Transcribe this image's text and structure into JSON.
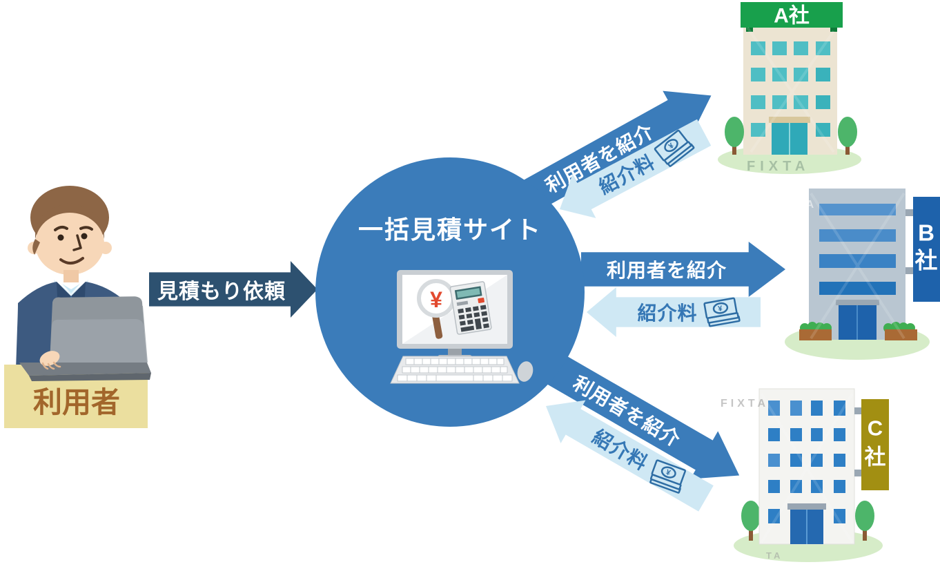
{
  "site": {
    "title": "一括見積サイト"
  },
  "user": {
    "label": "利用者"
  },
  "request_arrow": {
    "label": "見積もり依頼"
  },
  "flows": [
    {
      "company": "A社",
      "refer_label": "利用者を紹介",
      "fee_label": "紹介料"
    },
    {
      "company": "B社",
      "refer_label": "利用者を紹介",
      "fee_label": "紹介料"
    },
    {
      "company": "C社",
      "refer_label": "利用者を紹介",
      "fee_label": "紹介料"
    }
  ],
  "companies": [
    {
      "name": "A社",
      "sign_color": "#18a04c"
    },
    {
      "name": "B社",
      "line1": "B",
      "line2": "社",
      "sign_color": "#1e62ab"
    },
    {
      "name": "C社",
      "line1": "C",
      "line2": "社",
      "sign_color": "#a28f12"
    }
  ],
  "icons": {
    "yen": "¥"
  },
  "colors": {
    "circle_blue": "#3b7cba",
    "arrow_blue": "#3b7cba",
    "arrow_light_blue": "#cfe8f4",
    "arrow_navy": "#2d5170",
    "fee_text_blue": "#3577b5",
    "desk_tan": "#ebdf9f",
    "user_label_brown": "#a2662b",
    "ground_green": "#d6ecc8"
  },
  "watermarks": [
    {
      "text": "FIXTA"
    },
    {
      "text": "TA"
    },
    {
      "text": "FIXTA"
    },
    {
      "text": "TA"
    }
  ]
}
